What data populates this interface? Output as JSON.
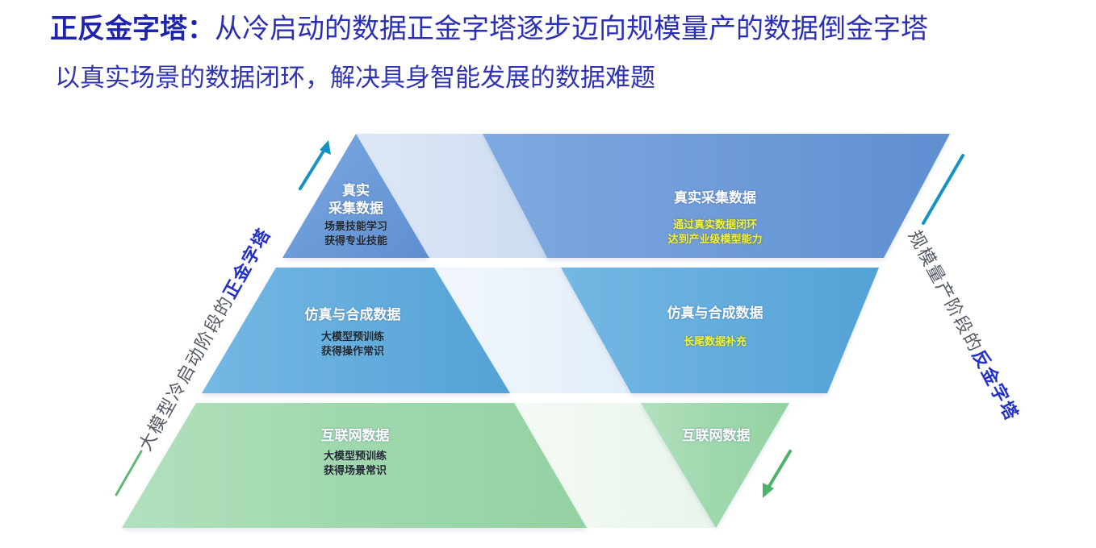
{
  "header": {
    "title_bold": "正反金字塔：",
    "title_rest": "从冷启动的数据正金字塔逐步迈向规模量产的数据倒金字塔",
    "subtitle": "以真实场景的数据闭环，解决具身智能发展的数据难题"
  },
  "left_pyramid": {
    "side_label_plain": "大模型冷启动阶段的",
    "side_label_emphasis": "正金字塔",
    "arrow_direction": "up",
    "layers": [
      {
        "title_line1": "真实",
        "title_line2": "采集数据",
        "desc_line1": "场景技能学习",
        "desc_line2": "获得专业技能",
        "color": "#6f9edb"
      },
      {
        "title": "仿真与合成数据",
        "desc_line1": "大模型预训练",
        "desc_line2": "获得操作常识",
        "color": "#5aaadc"
      },
      {
        "title": "互联网数据",
        "desc_line1": "大模型预训练",
        "desc_line2": "获得场景常识",
        "color": "#9bd6a8"
      }
    ]
  },
  "right_pyramid": {
    "side_label_plain": "规模量产阶段的",
    "side_label_emphasis": "反金字塔",
    "arrow_direction": "down",
    "layers": [
      {
        "title": "真实采集数据",
        "desc_line1": "通过真实数据闭环",
        "desc_line2": "达到产业级模型能力",
        "color": "#6a98d6"
      },
      {
        "title": "仿真与合成数据",
        "desc_line1": "长尾数据补充",
        "color": "#5aaadc"
      },
      {
        "title": "互联网数据",
        "color": "#96d3a4"
      }
    ]
  },
  "colors": {
    "title": "#2b2fb5",
    "emphasis": "#2430c8",
    "arrow_up": "#1593c4",
    "arrow_down": "#4db36a",
    "desc_highlight": "#f2f23a"
  }
}
